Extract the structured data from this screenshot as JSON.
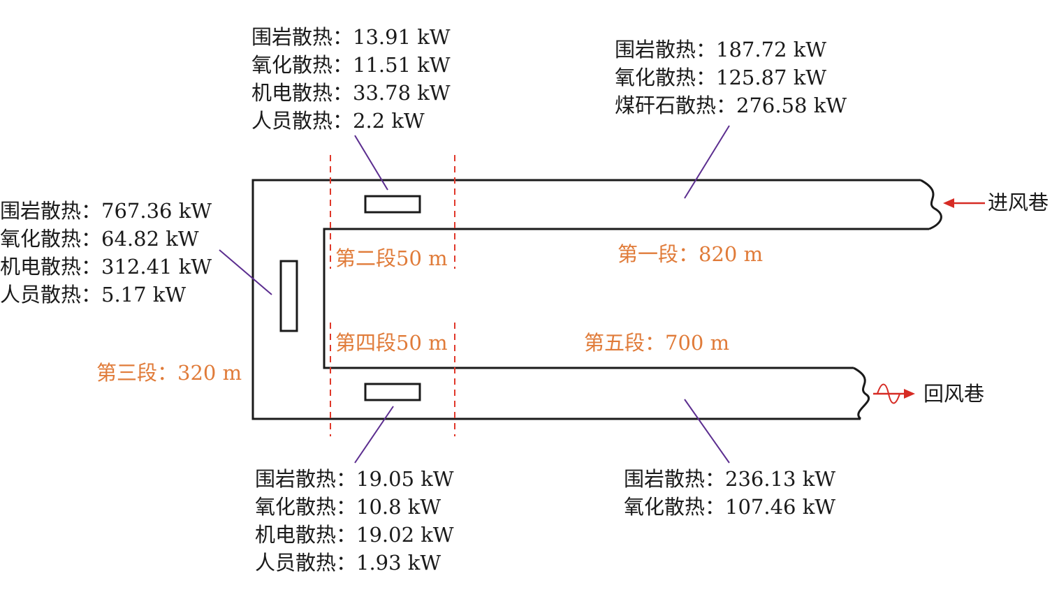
{
  "colors": {
    "outline": "#1a1a1a",
    "leader": "#5b2d8f",
    "boundary": "#e0382a",
    "segment_text": "#e07b39",
    "arrow": "#d62b24"
  },
  "heat_groups": {
    "segment1": [
      {
        "label": "围岩散热：187.72 kW"
      },
      {
        "label": "氧化散热：125.87 kW"
      },
      {
        "label": "煤矸石散热：276.58 kW"
      }
    ],
    "segment2": [
      {
        "label": "围岩散热：13.91 kW"
      },
      {
        "label": "氧化散热：11.51 kW"
      },
      {
        "label": "机电散热：33.78 kW"
      },
      {
        "label": "人员散热：2.2 kW"
      }
    ],
    "segment3": [
      {
        "label": "围岩散热：767.36 kW"
      },
      {
        "label": "氧化散热：64.82 kW"
      },
      {
        "label": "机电散热：312.41 kW"
      },
      {
        "label": "人员散热：5.17 kW"
      }
    ],
    "segment4": [
      {
        "label": "围岩散热：19.05 kW"
      },
      {
        "label": "氧化散热：10.8 kW"
      },
      {
        "label": "机电散热：19.02 kW"
      },
      {
        "label": "人员散热：1.93 kW"
      }
    ],
    "segment5": [
      {
        "label": "围岩散热：236.13 kW"
      },
      {
        "label": "氧化散热：107.46 kW"
      }
    ]
  },
  "segments": {
    "s1": "第一段：820 m",
    "s2": "第二段50 m",
    "s3": "第三段：320 m",
    "s4": "第四段50 m",
    "s5": "第五段：700 m"
  },
  "airways": {
    "intake": "进风巷",
    "return": "回风巷"
  }
}
